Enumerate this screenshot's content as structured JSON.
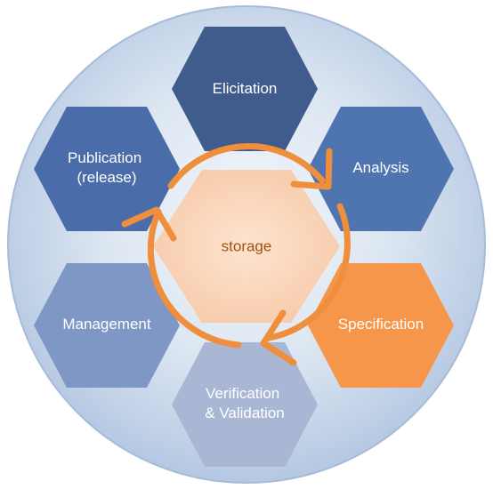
{
  "diagram": {
    "center": {
      "label": "storage",
      "fill": "#f9cdae",
      "text_color": "#a0520f"
    },
    "stages": [
      {
        "id": "elicitation",
        "lines": [
          "Elicitation"
        ],
        "fill": "#3f5c8c"
      },
      {
        "id": "analysis",
        "lines": [
          "Analysis"
        ],
        "fill": "#4e75b0"
      },
      {
        "id": "specification",
        "lines": [
          "Specification"
        ],
        "fill": "#f5964a"
      },
      {
        "id": "verification-validation",
        "lines": [
          "Verification",
          "& Validation"
        ],
        "fill": "#a9b7d5"
      },
      {
        "id": "management",
        "lines": [
          "Management"
        ],
        "fill": "#7f97c4"
      },
      {
        "id": "publication",
        "lines": [
          "Publication",
          "(release)"
        ],
        "fill": "#4a6ca8"
      }
    ],
    "cycle_arrow_color": "#ef8e3b",
    "background_circle_color": "#c3d3e8"
  }
}
